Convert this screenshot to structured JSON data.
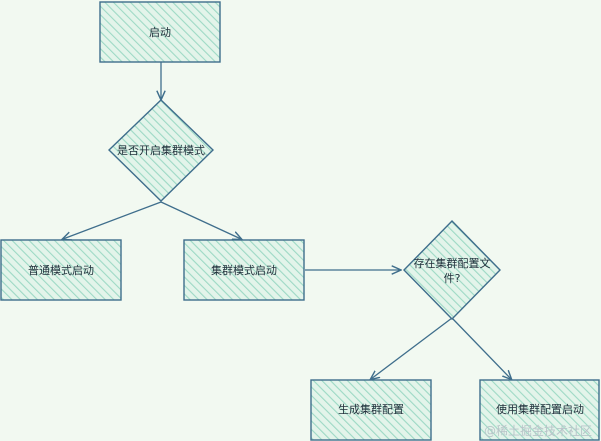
{
  "nodes": {
    "start": "启动",
    "cluster_mode_question": "是否开启集群模式",
    "normal_start": "普通模式启动",
    "cluster_start": "集群模式启动",
    "config_exists_line1": "存在集群配置文",
    "config_exists_line2": "件?",
    "generate_config": "生成集群配置",
    "use_config_start": "使用集群配置启动"
  },
  "watermark": "@稀土掘金技术社区",
  "colors": {
    "stroke": "#3f6e8c",
    "hatch": "#9dd9c5",
    "fill": "#e3f4ea",
    "background": "#f2f9f1"
  }
}
